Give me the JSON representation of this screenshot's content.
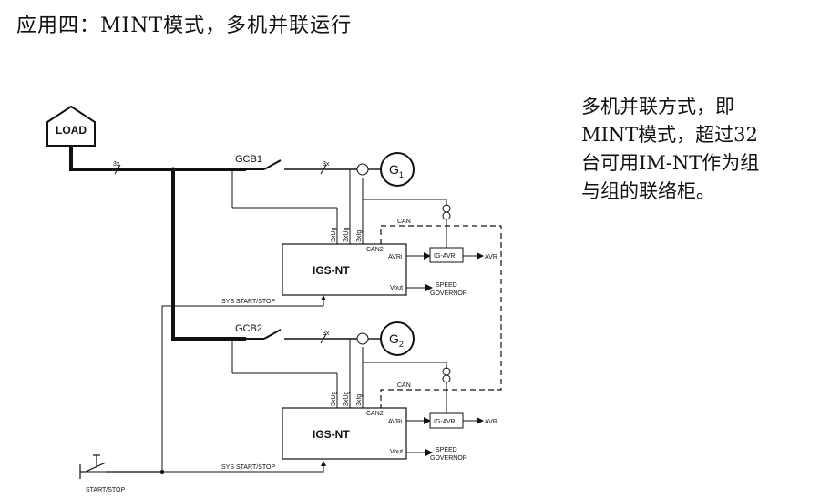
{
  "title": "应用四：MINT模式，多机并联运行",
  "description": [
    "多机并联方式，即",
    "MINT模式，超过32",
    "台可用IM-NT作为组",
    "与组的联络柜。"
  ],
  "diagram": {
    "load": "LOAD",
    "bus_wires": "3x",
    "gcb1": "GCB1",
    "gcb2": "GCB2",
    "gen1": "G",
    "gen1_sub": "1",
    "gen2": "G",
    "gen2_sub": "2",
    "controller": "IGS-NT",
    "can2": "CAN2",
    "can": "CAN",
    "avri": "AVRi",
    "vout": "Vout",
    "ig_avri": "IG-AVRi",
    "avr": "AVR",
    "speed": "SPEED",
    "governor": "GOVERNOR",
    "meas_ug": "3xUg",
    "meas_ig": "3xIg",
    "sys_start_stop": "SYS START/STOP",
    "start_stop": "START/STOP"
  }
}
